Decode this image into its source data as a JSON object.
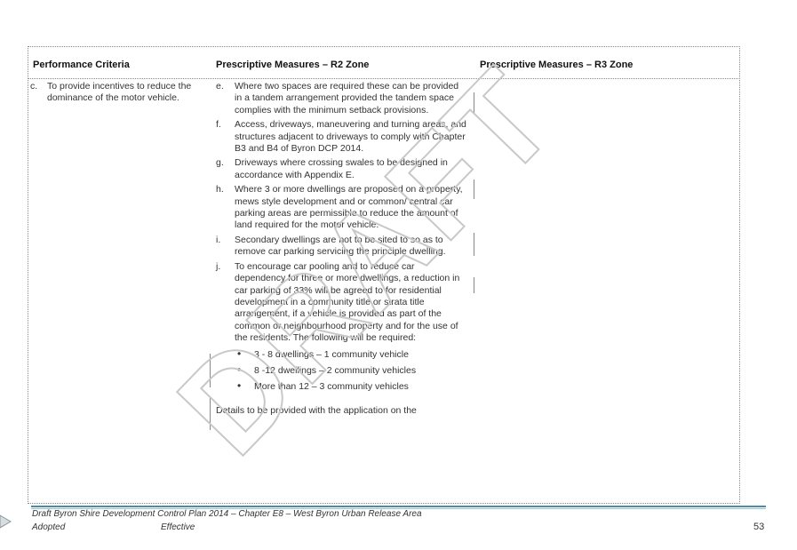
{
  "table": {
    "headers": {
      "performance": "Performance Criteria",
      "r2": "Prescriptive Measures – R2 Zone",
      "r3": "Prescriptive Measures – R3 Zone"
    },
    "criteria": {
      "letter": "c.",
      "text": "To provide incentives to reduce the dominance of the motor vehicle."
    },
    "measures": [
      {
        "letter": "e.",
        "text": "Where two spaces are required these can be provided in a tandem arrangement provided the tandem space complies with the minimum setback provisions."
      },
      {
        "letter": "f.",
        "text": "Access, driveways, maneuvering and turning areas, and structures adjacent to driveways to comply with Chapter B3 and B4 of Byron DCP 2014."
      },
      {
        "letter": "g.",
        "text": "Driveways where crossing swales to be designed in accordance with Appendix E."
      },
      {
        "letter": "h.",
        "text": "Where 3 or more dwellings are proposed on a property, mews style development and or common/ central car parking areas are permissible to reduce the amount of land required for the motor vehicle."
      },
      {
        "letter": "i.",
        "text": "Secondary dwellings are not to be sited to so as to remove car parking servicing the principle dwelling."
      },
      {
        "letter": "j.",
        "text": "To encourage car pooling and to reduce car dependency for three or more dwellings, a reduction in car parking of 33% will be agreed to for residential development in a community title or strata title arrangement, if a vehicle is provided as part of the common or neighbourhood property and for the use of the residents. The following will be required:"
      }
    ],
    "bullets": [
      "3 - 8 dwellings – 1 community vehicle",
      "8 -12 dwellings – 2 community vehicles",
      "More than 12 – 3 community vehicles"
    ],
    "details": "Details to be provided with the application on the"
  },
  "watermark": "DRAFT",
  "footer": {
    "title": "Draft Byron Shire Development Control Plan 2014 – Chapter E8 – West Byron Urban Release Area",
    "status": "Adopted",
    "effective": "Effective",
    "page_number": "53"
  },
  "colors": {
    "footer_rule": "#4a8ea6",
    "watermark_outline": "#c8c8c8"
  }
}
